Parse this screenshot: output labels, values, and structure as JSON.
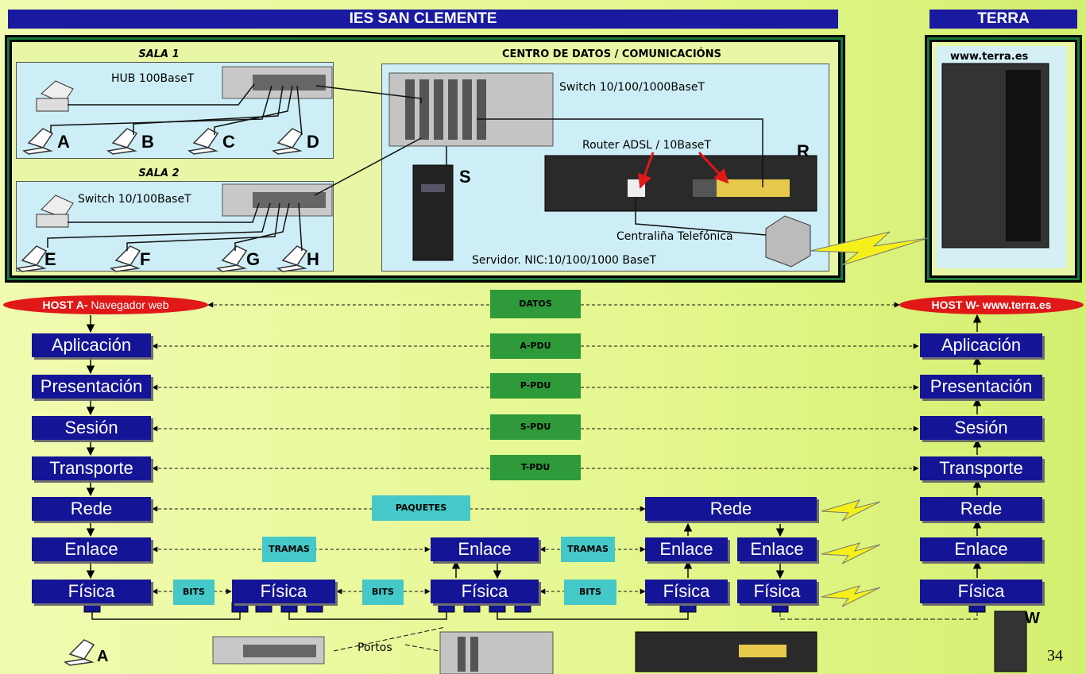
{
  "header": {
    "school": "IES SAN CLEMENTE",
    "isp": "TERRA"
  },
  "rooms": {
    "sala1": "SALA 1",
    "sala2": "SALA 2",
    "datacenter": "CENTRO DE DATOS / COMUNICACIÓNS"
  },
  "labels": {
    "hub": "HUB 100BaseT",
    "switch2": "Switch 10/100BaseT",
    "core_switch": "Switch 10/100/1000BaseT",
    "router": "Router ADSL / 10BaseT",
    "router_letter": "R",
    "server_letter": "S",
    "phone": "Centraliña Telefónica",
    "server": "Servidor. NIC:10/100/1000 BaseT",
    "web_host": "www.terra.es",
    "web_letter": "W",
    "hosts": [
      "A",
      "B",
      "C",
      "D",
      "E",
      "F",
      "G",
      "H"
    ]
  },
  "osi": {
    "host_a_bold": "HOST A-",
    "host_a_rest": " Navegador web",
    "host_w": "HOST W- www.terra.es",
    "layers": [
      "Aplicación",
      "Presentación",
      "Sesión",
      "Transporte",
      "Rede",
      "Enlace",
      "Física"
    ],
    "pdus": [
      "DATOS",
      "A-PDU",
      "P-PDU",
      "S-PDU",
      "T-PDU"
    ],
    "paquetes": "PAQUETES",
    "tramas": "TRAMAS",
    "bits": "BITS",
    "portos": "Portos",
    "bottom_a": "A",
    "bottom_w": "W"
  },
  "page_number": "34"
}
